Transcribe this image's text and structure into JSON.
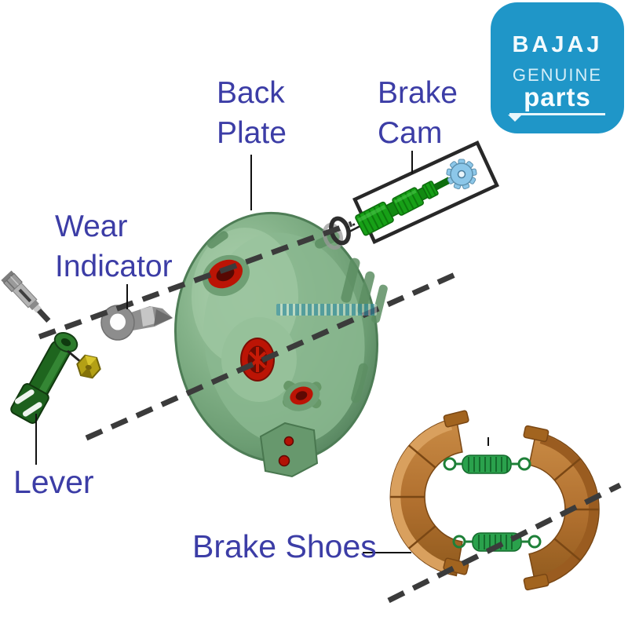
{
  "page": {
    "background": "#ffffff"
  },
  "labels": {
    "color": "#3c3da6",
    "back_plate": [
      "Back",
      "Plate"
    ],
    "brake_cam": [
      "Brake",
      "Cam"
    ],
    "wear_indicator": [
      "Wear",
      "Indicator"
    ],
    "lever": "Lever",
    "brake_shoes": "Brake Shoes"
  },
  "logo": {
    "brand": "BAJAJ",
    "genuine": "GENUINE",
    "parts": "parts",
    "bg_color": "#1f96c8",
    "text_color": "#f2fafd"
  },
  "parts": {
    "back_plate": {
      "body_color": "#7fb184",
      "bushing_color": "#bb1405"
    },
    "brake_cam": {
      "shaft_color": "#17a017",
      "gear_color": "#8cc7e9"
    },
    "o_ring": {
      "color": "#2e2e2e"
    },
    "wear_indicator": {
      "color": "#8f8f8f"
    },
    "bolt": {
      "color": "#b3b3b3"
    },
    "lever": {
      "color": "#1e651e"
    },
    "nut": {
      "color": "#b3a015"
    },
    "brake_shoes": {
      "color": "#b06f2e"
    },
    "springs": {
      "color": "#2aa14c"
    },
    "axis_lines": {
      "color": "#3b3b3b"
    }
  }
}
